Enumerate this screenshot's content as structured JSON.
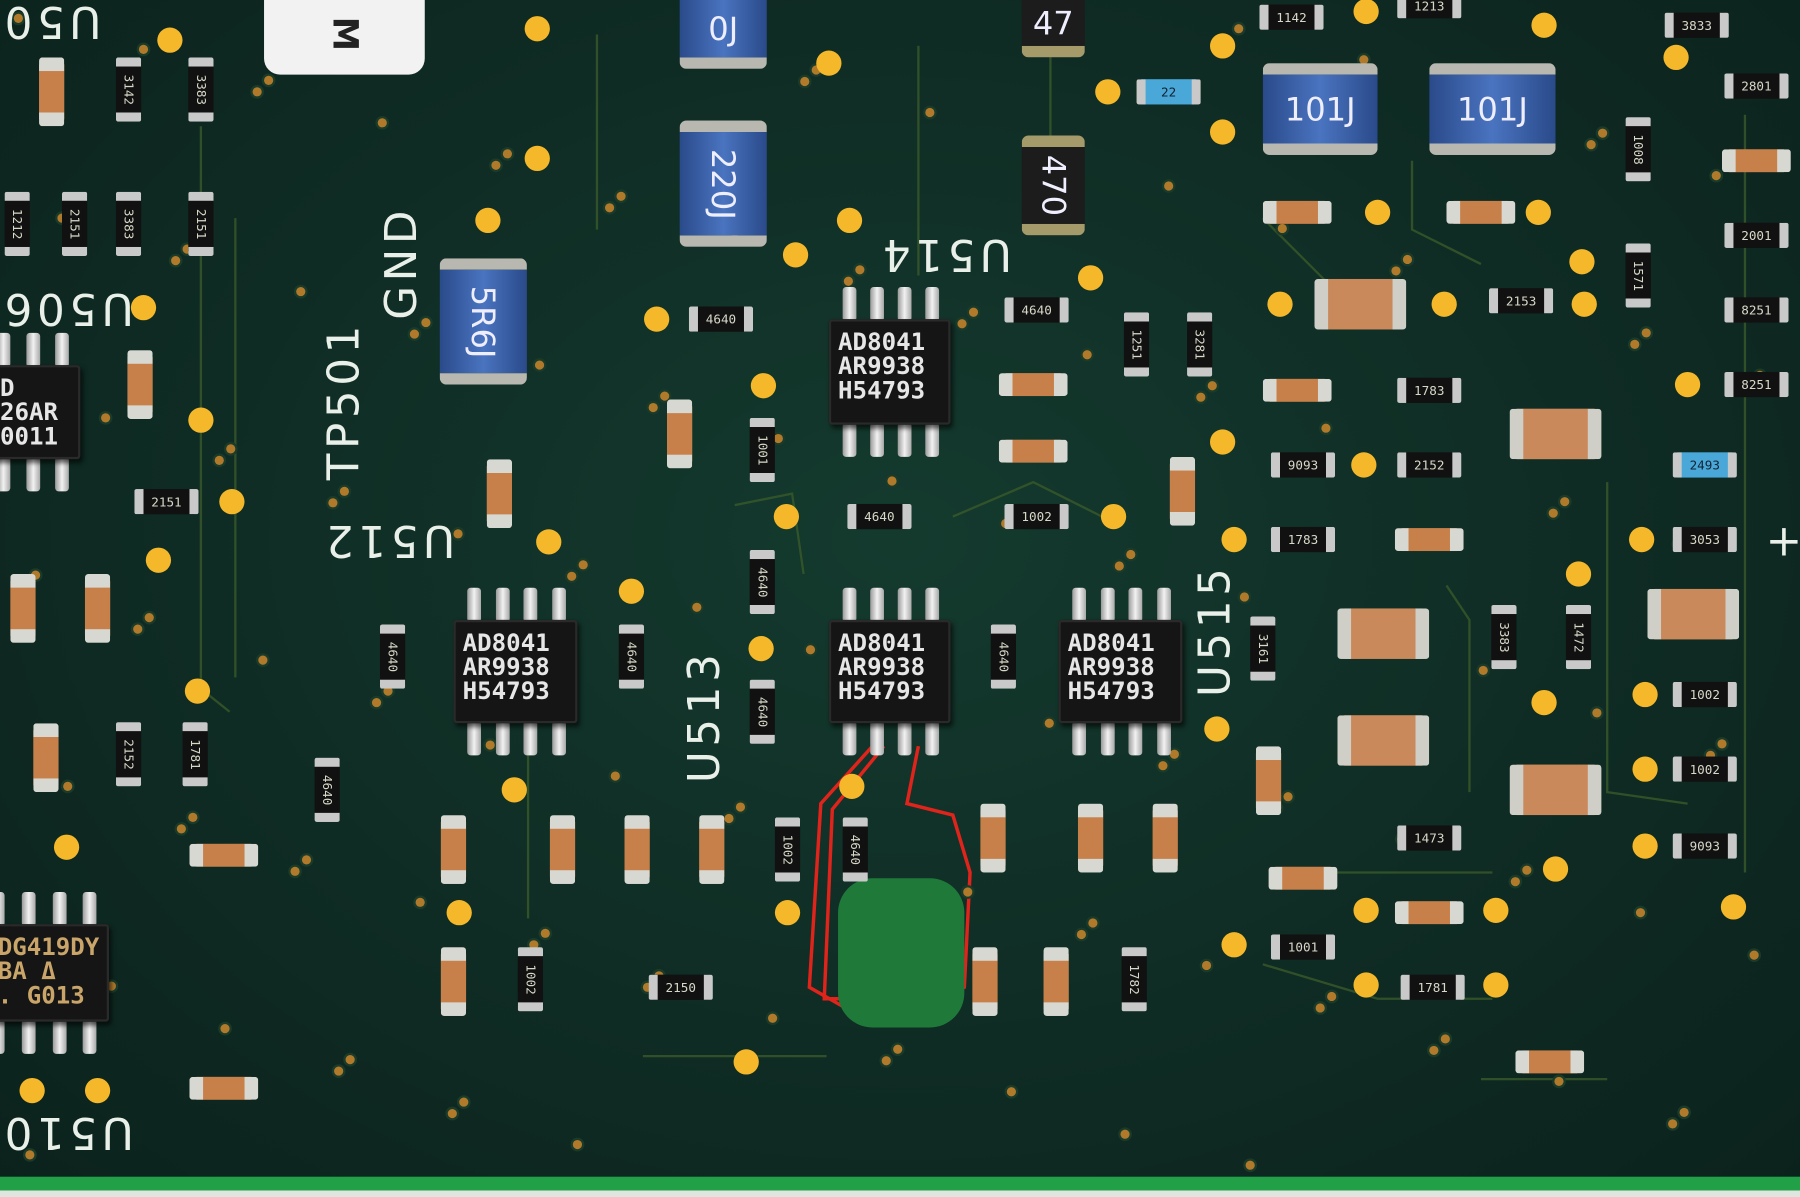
{
  "silkscreen": {
    "u50_top": "U50",
    "u506": "U506",
    "tp501": "TP501",
    "gnd": "GND",
    "u514": "U514",
    "u512": "U512",
    "u513": "U513",
    "u515": "U515",
    "u510": "U510",
    "plus": "+",
    "label_m": "M"
  },
  "chips": {
    "u514": [
      "AD8041",
      "AR9938",
      "H54793"
    ],
    "u512": [
      "AD8041",
      "AR9938",
      "H54793"
    ],
    "u513": [
      "AD8041",
      "AR9938",
      "H54793"
    ],
    "u515": [
      "AD8041",
      "AR9938",
      "H54793"
    ],
    "u506": [
      "D",
      "26AR",
      "0011"
    ],
    "u510": [
      "DG419DY",
      "BA Δ",
      ". G013"
    ]
  },
  "inductors": {
    "l_101j_a": "101J",
    "l_101j_b": "101J",
    "l_220j": "220J",
    "l_0j_top": "0J",
    "l_470": "470",
    "l_47_top": "47",
    "l_5r6j": "5R6J"
  },
  "resistors": [
    "3142",
    "3383",
    "1212",
    "2151",
    "3383",
    "2151",
    "2151",
    "2152",
    "1781",
    "4640",
    "4640",
    "4640",
    "4640",
    "1001",
    "4640",
    "4640",
    "4640",
    "1002",
    "4640",
    "2150",
    "1002",
    "4640",
    "4640",
    "1002",
    "1251",
    "3281",
    "1782",
    "3161",
    "9093",
    "1783",
    "1783",
    "2152",
    "2153",
    "3383",
    "1472",
    "1473",
    "1001",
    "1781",
    "1142",
    "1213",
    "3833",
    "2801",
    "1008",
    "1571",
    "2001",
    "8251",
    "8251",
    "2493",
    "3053",
    "1002",
    "1002",
    "9093",
    "22"
  ],
  "colors": {
    "board": "#0f2c24",
    "pad": "#f5b82a",
    "silk": "#e9efe9",
    "wire": "#e0241c"
  }
}
